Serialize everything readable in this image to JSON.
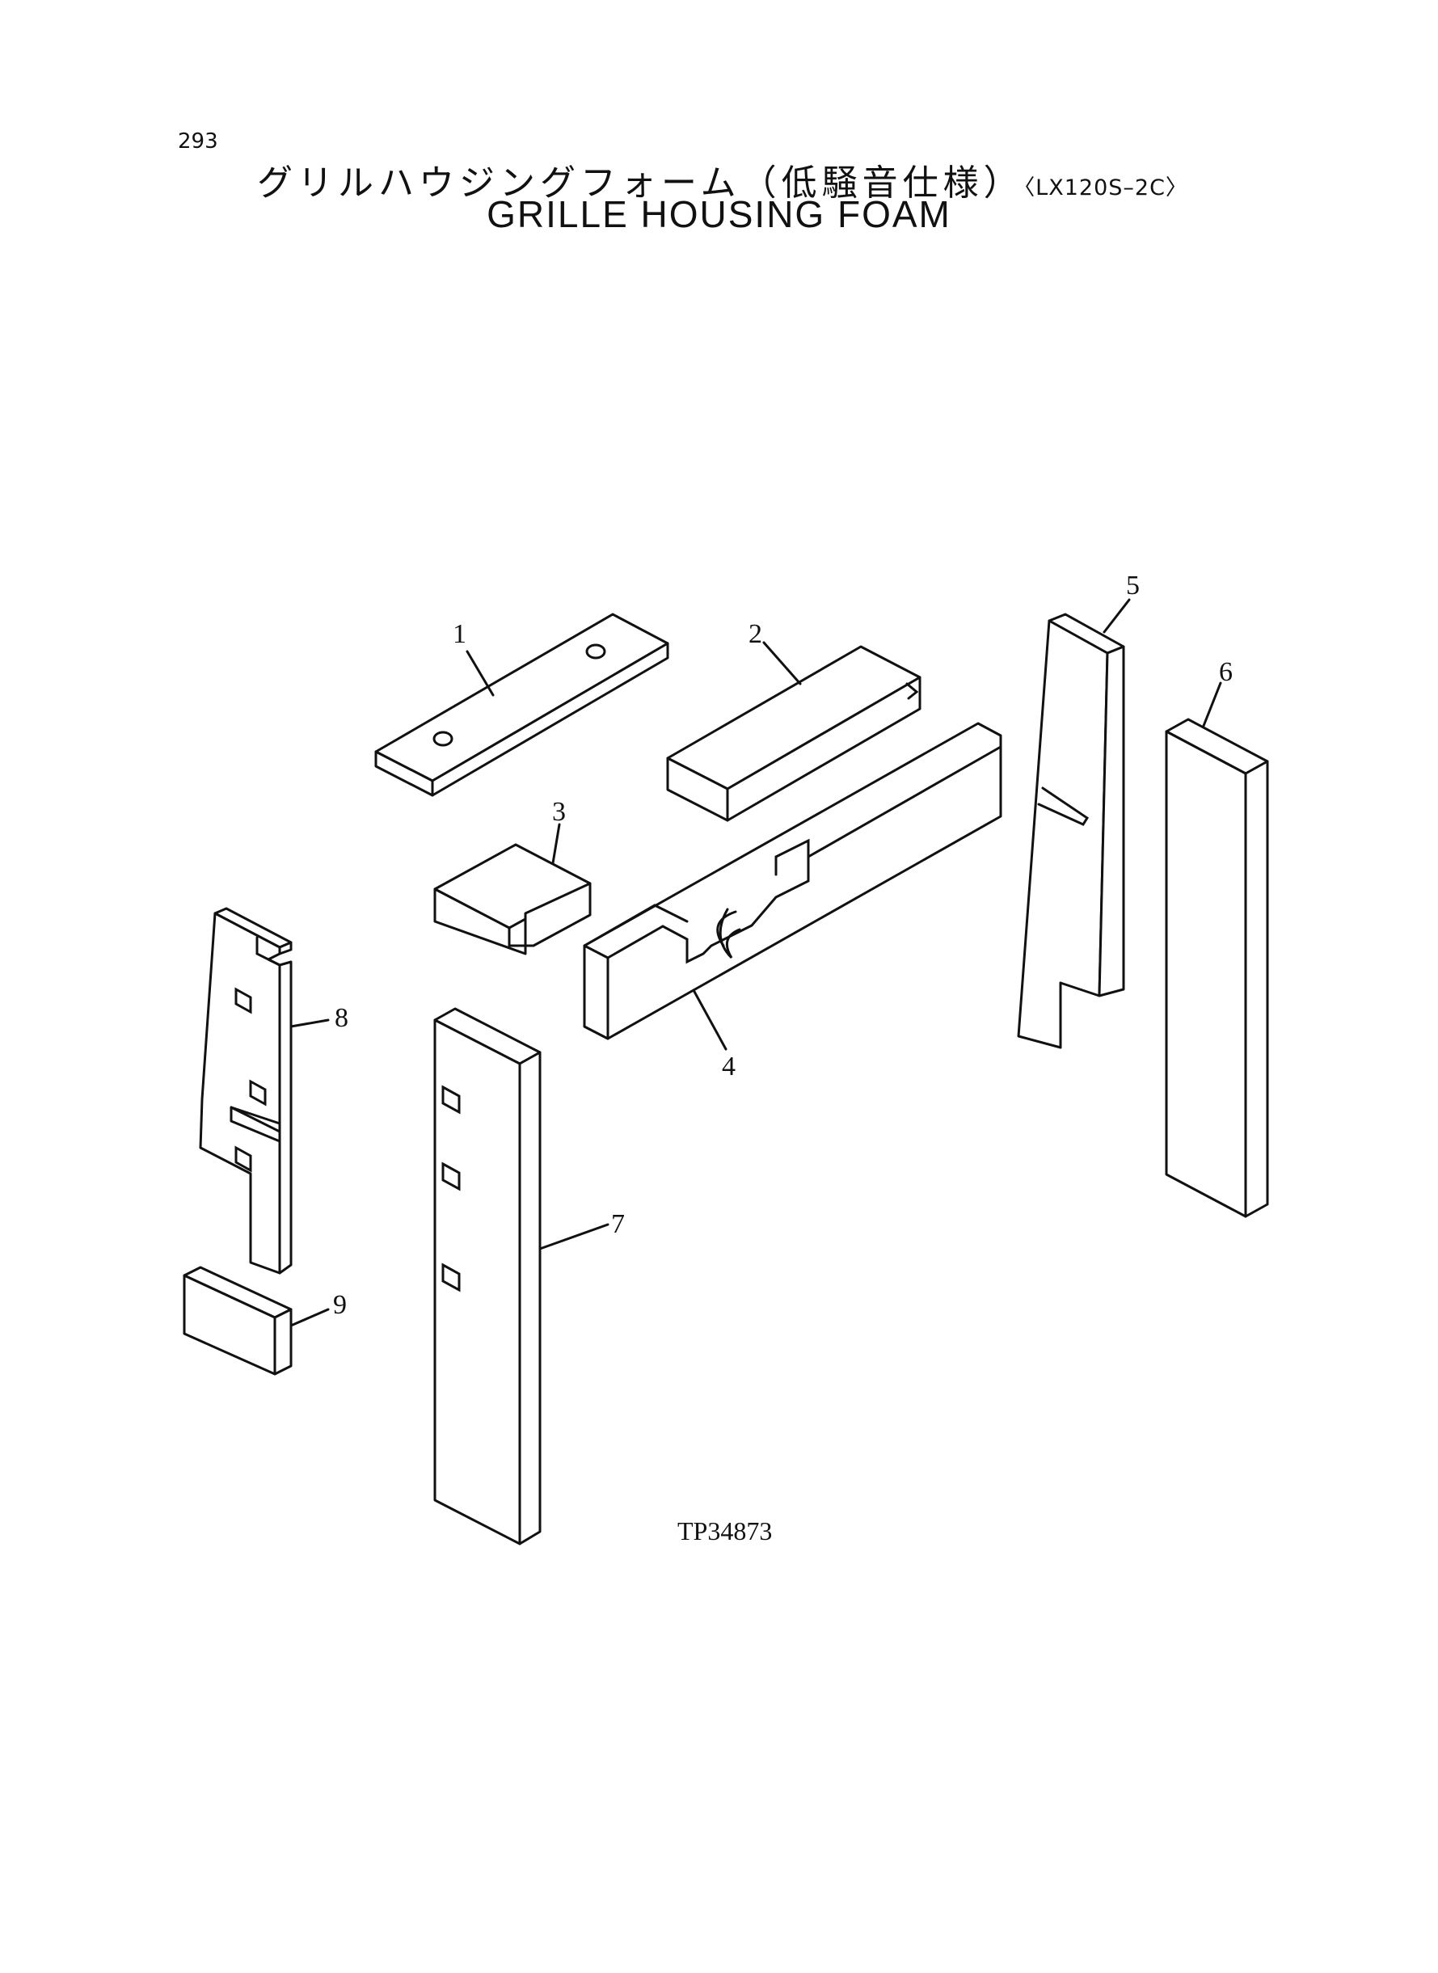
{
  "header": {
    "page_number": "293",
    "title_jp": "グリルハウジングフォーム（低騒音仕様）",
    "model": "〈LX120S–2C〉",
    "title_en": "GRILLE HOUSING FOAM"
  },
  "diagram": {
    "drawing_code": "TP34873",
    "part_labels": [
      "1",
      "2",
      "3",
      "4",
      "5",
      "6",
      "7",
      "8",
      "9"
    ]
  }
}
